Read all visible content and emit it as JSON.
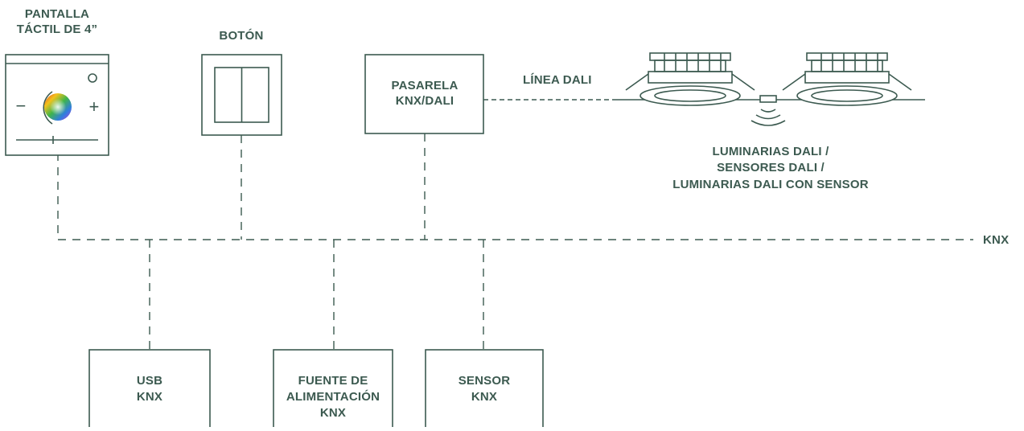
{
  "colors": {
    "stroke": "#3c5a50",
    "text": "#3c5a50",
    "background": "#ffffff"
  },
  "devices": {
    "touch_screen": {
      "label_line1": "PANTALLA",
      "label_line2": "TÁCTIL DE 4”",
      "minus": "−",
      "plus": "+"
    },
    "button": {
      "label": "BOTÓN"
    },
    "gateway": {
      "label_line1": "PASARELA",
      "label_line2": "KNX/DALI"
    },
    "usb": {
      "label_line1": "USB",
      "label_line2": "KNX"
    },
    "power_supply": {
      "label_line1": "FUENTE DE",
      "label_line2": "ALIMENTACIÓN",
      "label_line3": "KNX"
    },
    "sensor": {
      "label_line1": "SENSOR",
      "label_line2": "KNX"
    }
  },
  "dali": {
    "line_label": "LÍNEA DALI",
    "luminaires_line1": "LUMINARIAS DALI /",
    "luminaires_line2": "SENSORES DALI /",
    "luminaires_line3": "LUMINARIAS DALI CON SENSOR"
  },
  "bus": {
    "label": "KNX"
  }
}
